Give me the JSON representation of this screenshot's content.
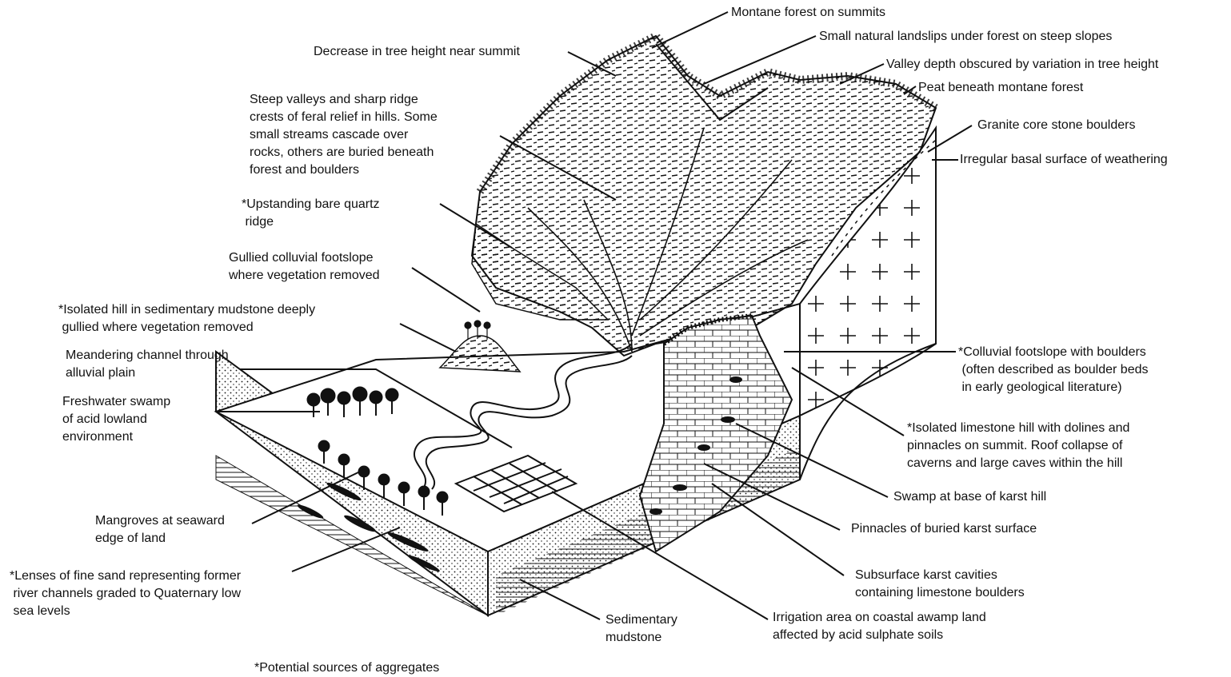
{
  "labels": {
    "montane_forest": "Montane forest on summits",
    "landslips": "Small natural landslips under forest on steep slopes",
    "valley_depth": "Valley depth obscured by variation in tree height",
    "peat": "Peat beneath montane forest",
    "granite_core": "Granite core stone boulders",
    "basal_surface": "Irregular basal surface of weathering",
    "tree_height": "Decrease in tree height near summit",
    "steep_valleys": "Steep valleys and sharp ridge\ncrests of feral relief in hills. Some\nsmall streams cascade over\nrocks, others are buried beneath\nforest and boulders",
    "quartz_ridge": "*Upstanding bare quartz\n ridge",
    "gullied_footslope": "Gullied colluvial footslope\nwhere vegetation removed",
    "isolated_hill": "*Isolated hill in sedimentary mudstone deeply\n gullied where vegetation removed",
    "meandering": "Meandering channel through\nalluvial plain",
    "swamp": "Freshwater swamp\nof acid lowland\nenvironment",
    "mangroves": "Mangroves at seaward\nedge of land",
    "lenses": "*Lenses of fine sand representing former\n river channels graded to Quaternary low\n sea levels",
    "mudstone": "Sedimentary\nmudstone",
    "irrigation": "Irrigation area on coastal awamp land\naffected by acid sulphate soils",
    "karst_cavities": "Subsurface karst cavities\ncontaining limestone boulders",
    "pinnacles": "Pinnacles of buried karst surface",
    "karst_swamp": "Swamp at base of karst hill",
    "limestone_hill": "*Isolated limestone hill with dolines and\npinnacles on summit. Roof collapse of\ncaverns and large caves within the hill",
    "colluvial_boulders": "*Colluvial footslope with boulders\n (often described as boulder beds\n in early geological literature)",
    "footnote": "*Potential sources of aggregates"
  },
  "colors": {
    "ink": "#111111",
    "background": "#ffffff"
  }
}
